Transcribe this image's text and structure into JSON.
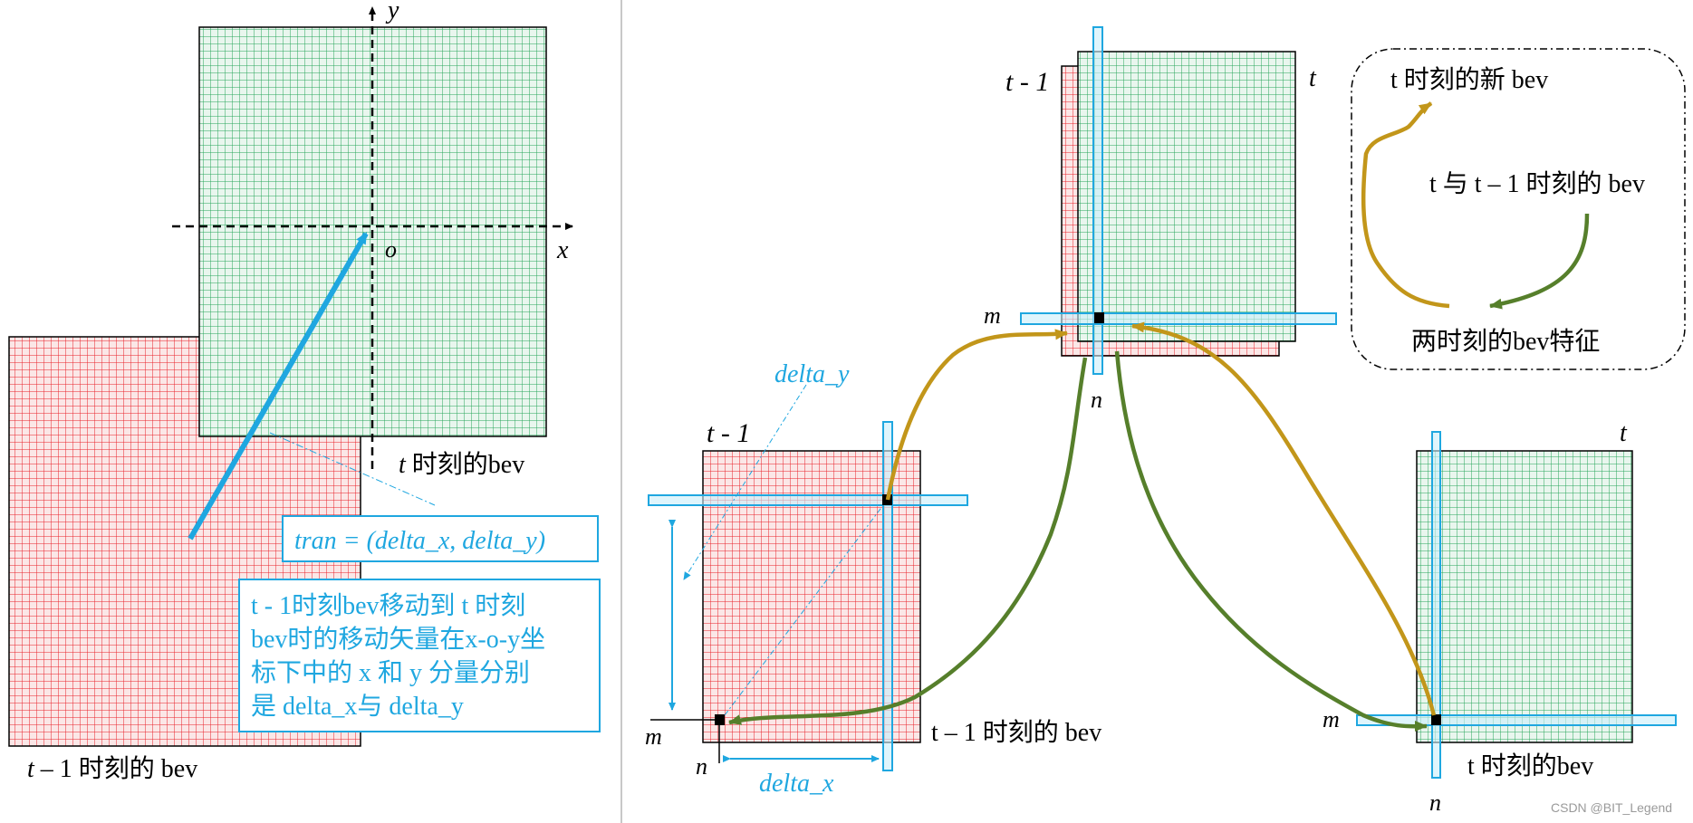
{
  "colors": {
    "red_grid": "#e8202a",
    "red_fill": "#fbe7e7",
    "green_grid": "#28a55a",
    "green_fill": "#e9f6ee",
    "cyan": "#1fa7e0",
    "strip_fill": "#c9eefa",
    "olive_arrow": "#c2961a",
    "green_arrow": "#567f2b",
    "axis": "#000000"
  },
  "left_panel": {
    "axis_y": "y",
    "axis_x": "x",
    "origin": "o",
    "green_caption_italic": "t",
    "green_caption_rest": " 时刻的bev",
    "red_caption_italic": "t",
    "red_caption_rest": " – 1 时刻的 bev",
    "tran_label": "tran = (delta_x, delta_y)",
    "desc_lines": [
      "t - 1时刻bev移动到 t 时刻",
      "bev时的移动矢量在x-o-y坐",
      "标下中的 x 和 y 分量分别",
      "是 delta_x与 delta_y"
    ]
  },
  "right_panel": {
    "stack_label_t1": "t - 1",
    "stack_label_t": "t",
    "stack_m": "m",
    "stack_n": "n",
    "red_title": "t - 1",
    "red_caption": "t – 1 时刻的 bev",
    "red_m": "m",
    "red_n": "n",
    "delta_y": "delta_y",
    "delta_x": "delta_x",
    "green_title": "t",
    "green_caption": "t 时刻的bev",
    "green_m": "m",
    "green_n": "n",
    "legend_new": "t 时刻的新 bev",
    "legend_both": "t 与 t – 1 时刻的 bev",
    "legend_feat": "两时刻的bev特征"
  },
  "watermark": "CSDN @BIT_Legend"
}
